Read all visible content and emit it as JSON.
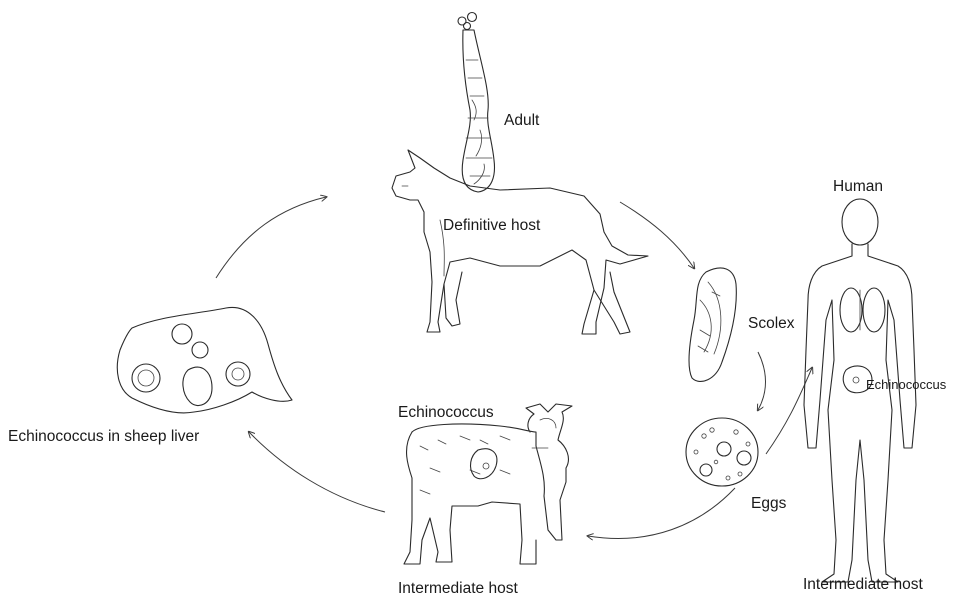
{
  "labels": {
    "adult": "Adult",
    "definitive_host": "Definitive host",
    "human": "Human",
    "scolex": "Scolex",
    "echinococcus_human": "Echinococcus",
    "echinococcus_sheep": "Echinococcus",
    "eggs": "Eggs",
    "sheep_liver": "Echinococcus in sheep liver",
    "intermediate_host_sheep": "Intermediate host",
    "intermediate_host_human": "Intermediate host"
  },
  "icons": {
    "adult_worm": "tapeworm-icon",
    "dog": "dog-icon",
    "scolex": "scolex-icon",
    "eggs": "egg-cluster-icon",
    "human": "human-body-icon",
    "sheep": "sheep-icon",
    "liver": "liver-icon"
  }
}
